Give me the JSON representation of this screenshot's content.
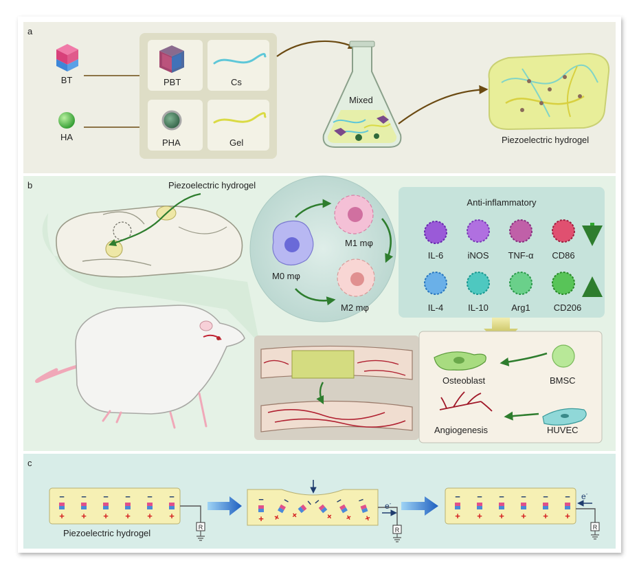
{
  "panel_a": {
    "letter": "a",
    "bt_label": "BT",
    "ha_label": "HA",
    "pbt_label": "PBT",
    "cs_label": "Cs",
    "pha_label": "PHA",
    "gel_label": "Gel",
    "mixed_label": "Mixed",
    "hydrogel_label": "Piezoelectric hydrogel"
  },
  "panel_b": {
    "letter": "b",
    "hydrogel_label": "Piezoelectric hydrogel",
    "m0_label": "M0 mφ",
    "m1_label": "M1 mφ",
    "m2_label": "M2 mφ",
    "anti_title": "Anti-inflammatory",
    "markers_down": [
      "IL-6",
      "iNOS",
      "TNF-α",
      "CD86"
    ],
    "markers_up": [
      "IL-4",
      "IL-10",
      "Arg1",
      "CD206"
    ],
    "osteoblast_label": "Osteoblast",
    "bmsc_label": "BMSC",
    "angiogenesis_label": "Angiogenesis",
    "huvec_label": "HUVEC"
  },
  "panel_c": {
    "letter": "c",
    "hydrogel_label": "Piezoelectric hydrogel",
    "electron_label": "e",
    "electron_sup": "-",
    "resistor_label": "R"
  },
  "colors": {
    "panel_a_bg": "#eeeee4",
    "panel_b_bg": "#e5f2e6",
    "panel_c_bg": "#d8ede8",
    "arrow_brown": "#6b4a12",
    "arrow_green": "#2e7d2e",
    "plus_red": "#d42020",
    "minus_navy": "#1f3c6e",
    "hydrogel_yellow": "#f6f0b4"
  }
}
